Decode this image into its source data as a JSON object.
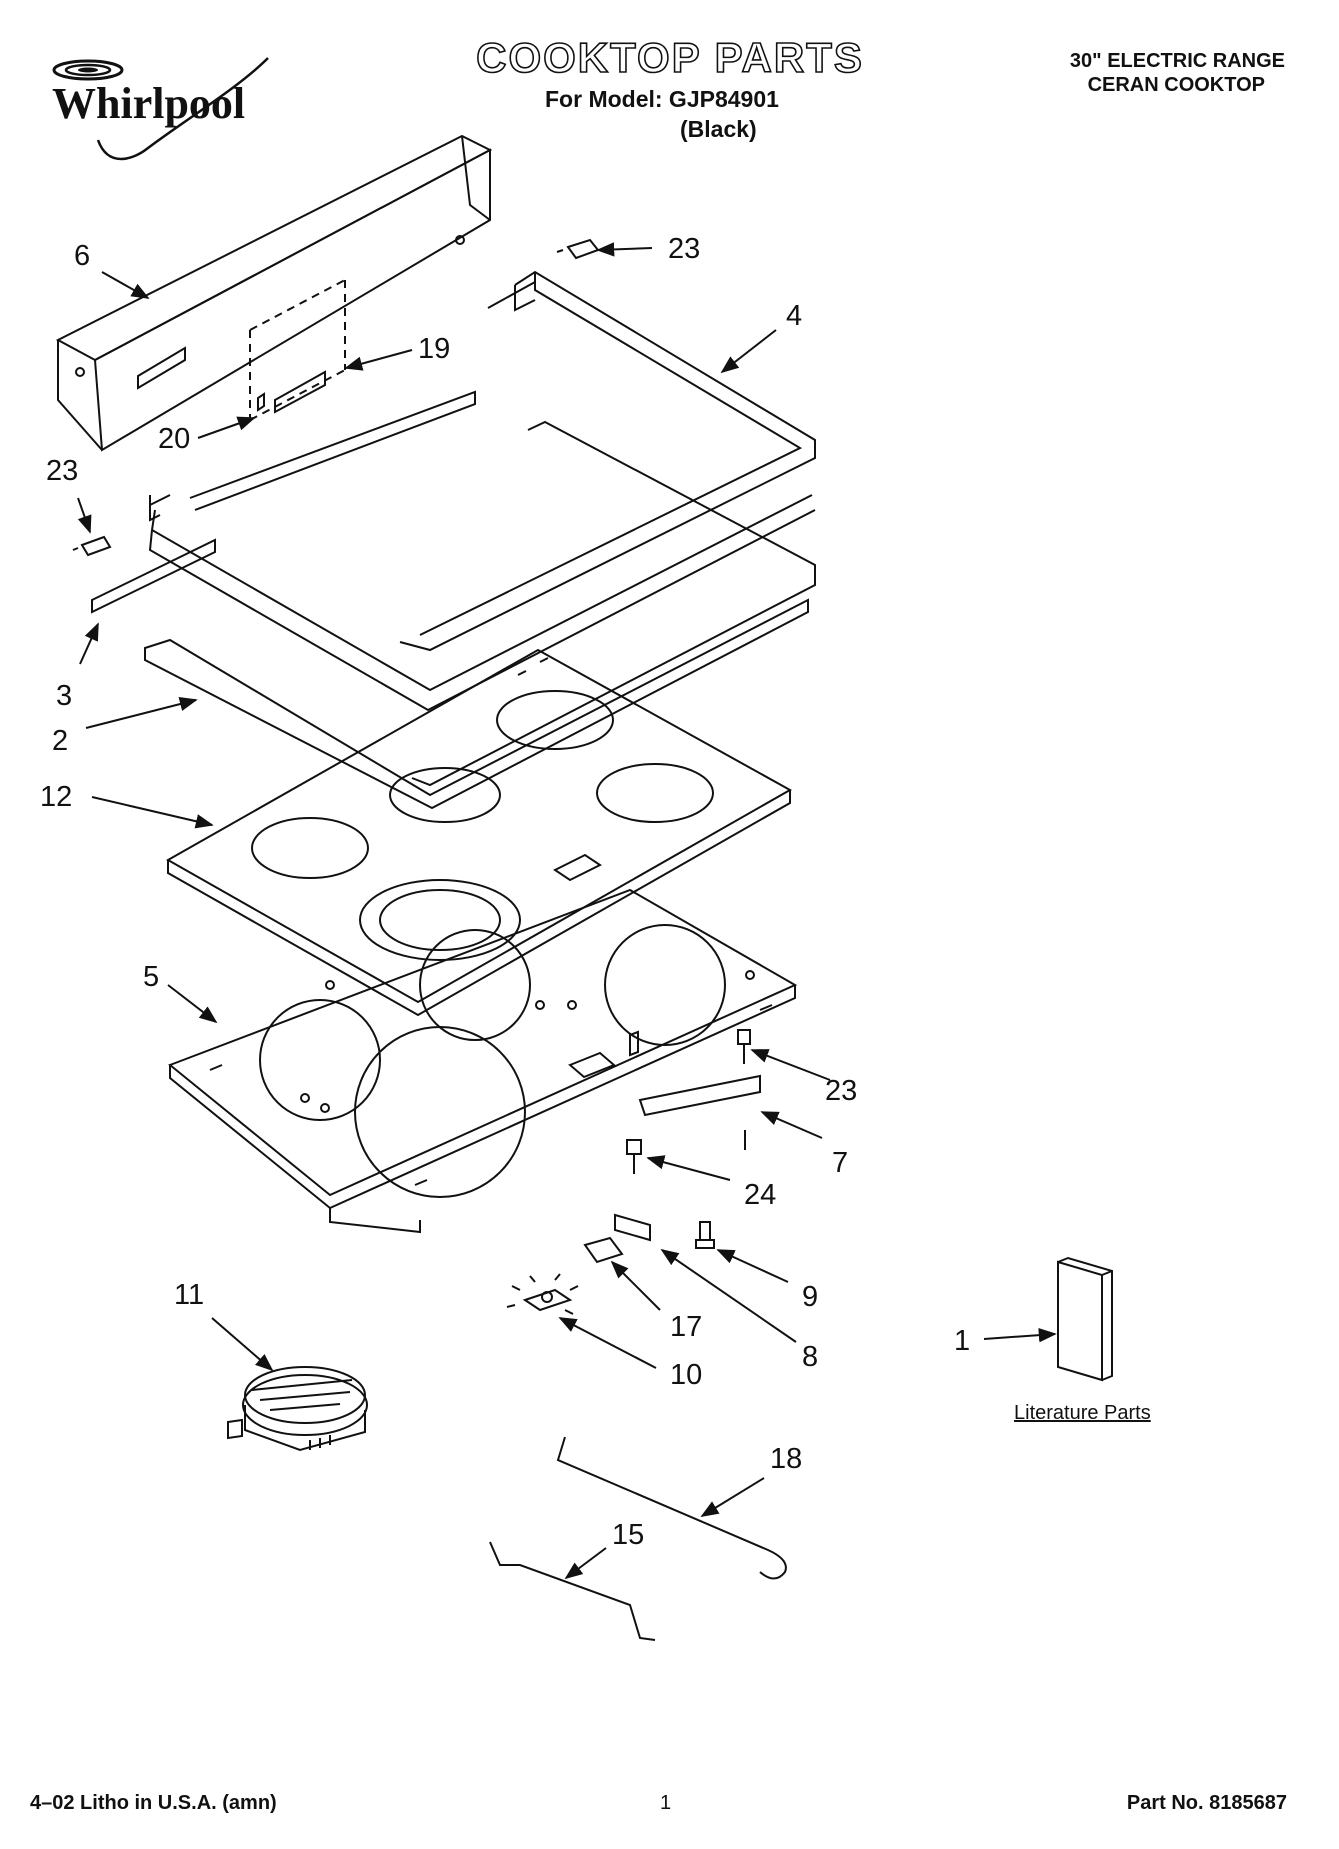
{
  "brand": "Whirlpool",
  "header": {
    "title": "COOKTOP PARTS",
    "model_line": "For Model: GJP84901",
    "color": "(Black)",
    "range_type_line1": "30\" ELECTRIC RANGE",
    "range_type_line2": "CERAN COOKTOP"
  },
  "callouts": {
    "p1": "1",
    "p2": "2",
    "p3": "3",
    "p4": "4",
    "p5": "5",
    "p6": "6",
    "p7": "7",
    "p8": "8",
    "p9": "9",
    "p10": "10",
    "p11": "11",
    "p12": "12",
    "p15": "15",
    "p17": "17",
    "p18": "18",
    "p19": "19",
    "p20": "20",
    "p23": "23",
    "p24": "24"
  },
  "literature_label": "Literature Parts",
  "footer": {
    "litho": "4–02 Litho in U.S.A. (amn)",
    "page": "1",
    "part_no": "Part No. 8185687"
  }
}
